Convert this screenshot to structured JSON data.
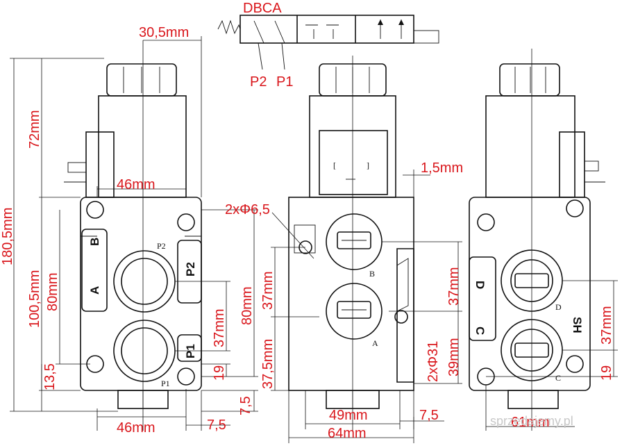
{
  "schematic": {
    "port_letters": "DBCA",
    "port_p2": "P2",
    "port_p1": "P1"
  },
  "dimensions": {
    "d_30_5mm": "30,5mm",
    "d_72mm": "72mm",
    "d_180_5mm": "180,5mm",
    "d_46mm_top": "46mm",
    "d_100_5mm": "100,5mm",
    "d_80mm_left": "80mm",
    "d_13_5": "13,5",
    "d_37mm_left": "37mm",
    "d_80mm_right": "80mm",
    "d_19_left": "19",
    "d_7_5_left_v": "7,5",
    "d_46mm_bottom": "46mm",
    "d_7_5_left_h": "7,5",
    "d_2x_phi_6_5": "2xΦ6,5",
    "d_1_5mm": "1,5mm",
    "d_37mm_mid": "37mm",
    "d_37_5mm": "37,5mm",
    "d_37mm_mid_right": "37mm",
    "d_2x_phi_31": "2xΦ31",
    "d_39mm": "39mm",
    "d_49mm": "49mm",
    "d_7_5_mid": "7,5",
    "d_64mm": "64mm",
    "d_37mm_right": "37mm",
    "d_19_right": "19",
    "d_61mm": "61mm"
  },
  "body_labels": {
    "left_p2": "P2",
    "left_p1": "P1",
    "left_b": "B",
    "left_a": "A",
    "left_p2_bold": "P2",
    "left_p1_bold": "P1",
    "mid_b": "B",
    "mid_a": "A",
    "right_d": "D",
    "right_c": "C",
    "right_sh": "SH",
    "right_dc_left": "D",
    "right_dc_right": "C"
  },
  "watermark": "sprzedajemy.pl"
}
